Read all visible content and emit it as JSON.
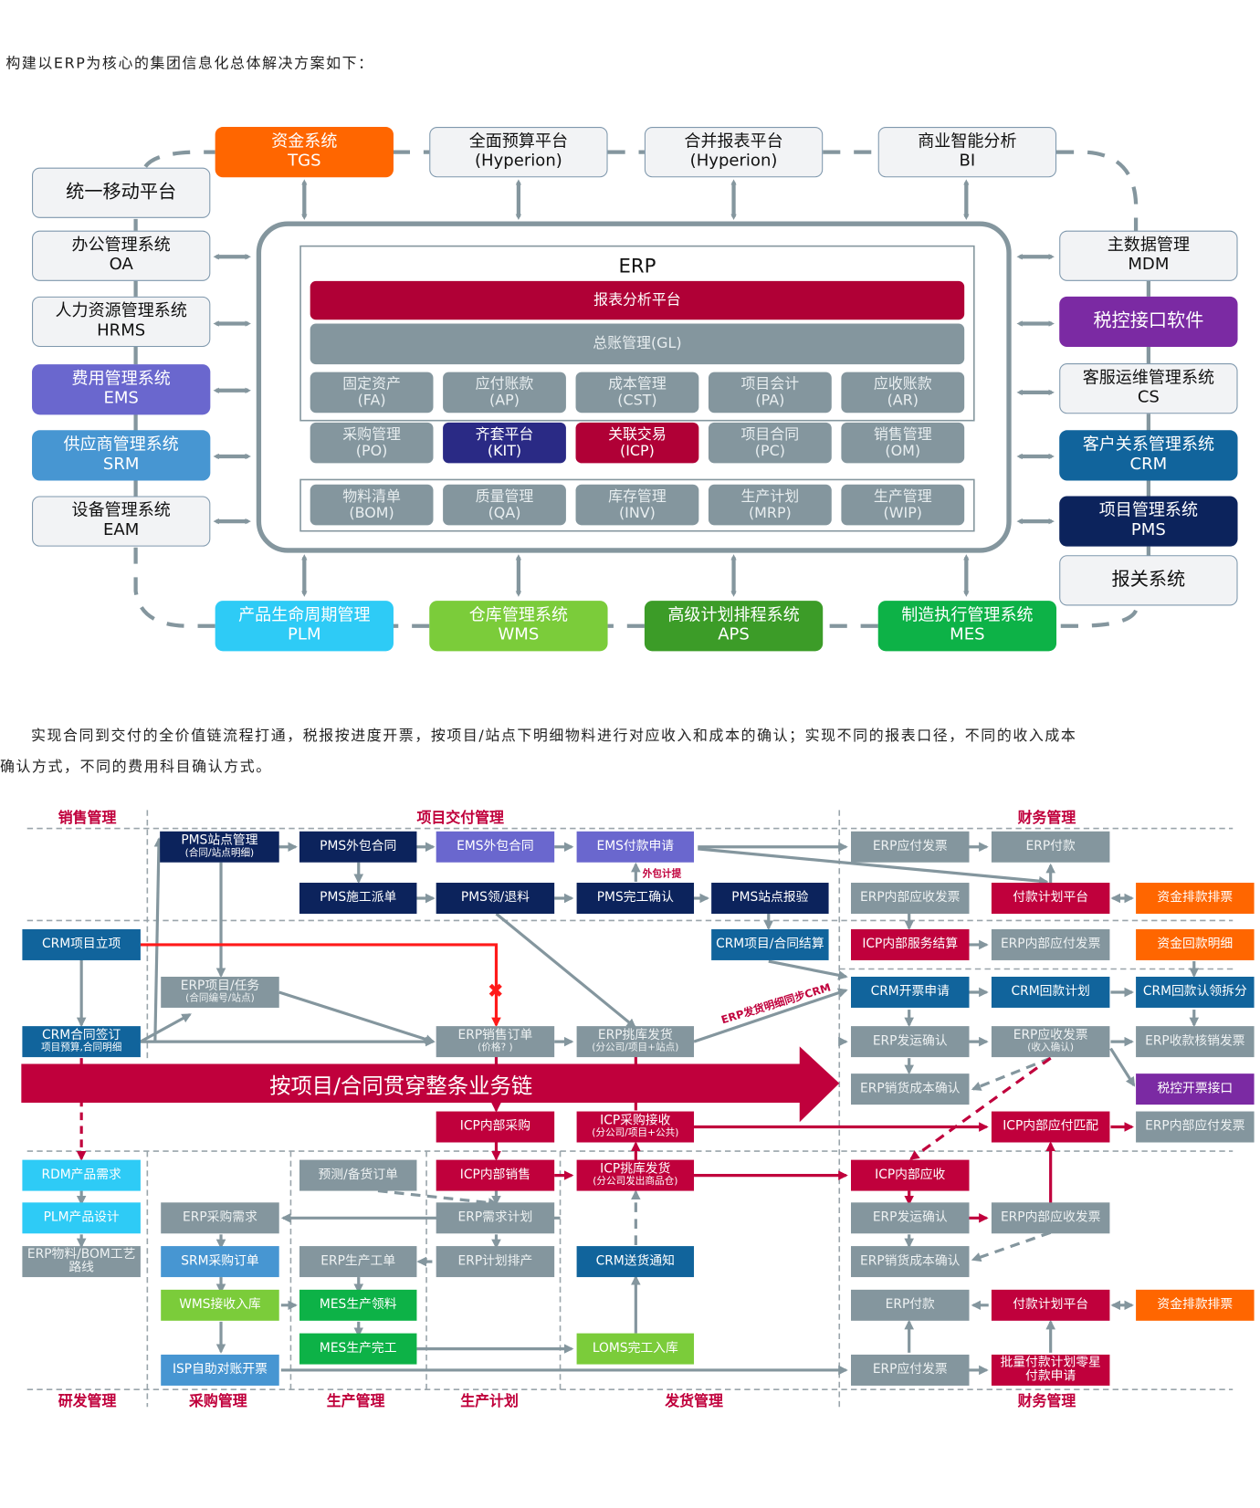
{
  "intro_text": "构建以ERP为核心的集团信息化总体解决方案如下：",
  "architecture": {
    "core": {
      "title": "ERP",
      "report_platform": "报表分析平台",
      "general_ledger": "总账管理(GL)",
      "finance_modules": [
        {
          "name": "固定资产",
          "code": "(FA)"
        },
        {
          "name": "应付账款",
          "code": "(AP)"
        },
        {
          "name": "成本管理",
          "code": "(CST)"
        },
        {
          "name": "项目会计",
          "code": "(PA)"
        },
        {
          "name": "应收账款",
          "code": "(AR)"
        },
        {
          "name": "采购管理",
          "code": "(PO)"
        },
        {
          "name": "齐套平台",
          "code": "(KIT)"
        },
        {
          "name": "关联交易",
          "code": "(ICP)"
        },
        {
          "name": "项目合同",
          "code": "(PC)"
        },
        {
          "name": "销售管理",
          "code": "(OM)"
        }
      ],
      "manufacturing_modules": [
        {
          "name": "物料清单",
          "code": "(BOM)"
        },
        {
          "name": "质量管理",
          "code": "(QA)"
        },
        {
          "name": "库存管理",
          "code": "(INV)"
        },
        {
          "name": "生产计划",
          "code": "(MRP)"
        },
        {
          "name": "生产管理",
          "code": "(WIP)"
        }
      ]
    },
    "top_systems": [
      {
        "name": "资金系统",
        "code": "TGS",
        "color": "#ff6600"
      },
      {
        "name": "全面预算平台",
        "code": "(Hyperion)",
        "color": "#f2f3f5"
      },
      {
        "name": "合并报表平台",
        "code": "(Hyperion)",
        "color": "#f2f3f5"
      },
      {
        "name": "商业智能分析",
        "code": "BI",
        "color": "#f2f3f5"
      }
    ],
    "left_systems": [
      {
        "name": "统一移动平台",
        "code": ""
      },
      {
        "name": "办公管理系统",
        "code": "OA"
      },
      {
        "name": "人力资源管理系统",
        "code": "HRMS"
      },
      {
        "name": "费用管理系统",
        "code": "EMS",
        "color": "#6a67ce"
      },
      {
        "name": "供应商管理系统",
        "code": "SRM",
        "color": "#4796d2"
      },
      {
        "name": "设备管理系统",
        "code": "EAM"
      }
    ],
    "right_systems": [
      {
        "name": "主数据管理",
        "code": "MDM"
      },
      {
        "name": "税控接口软件",
        "code": "",
        "color": "#7b2aa3"
      },
      {
        "name": "客服运维管理系统",
        "code": "CS"
      },
      {
        "name": "客户关系管理系统",
        "code": "CRM",
        "color": "#11649c"
      },
      {
        "name": "项目管理系统",
        "code": "PMS",
        "color": "#0c235c"
      },
      {
        "name": "报关系统",
        "code": ""
      }
    ],
    "bottom_systems": [
      {
        "name": "产品生命周期管理",
        "code": "PLM",
        "color": "#2ecbf6"
      },
      {
        "name": "仓库管理系统",
        "code": "WMS",
        "color": "#7bcc3a"
      },
      {
        "name": "高级计划排程系统",
        "code": "APS",
        "color": "#3c9c28"
      },
      {
        "name": "制造执行管理系统",
        "code": "MES",
        "color": "#0db247"
      }
    ]
  },
  "flow_intro_text_line1": "实现合同到交付的全价值链流程打通，税报按进度开票，按项目/站点下明细物料进行对应收入和成本的确认；实现不同的报表口径，不同的收入成本",
  "flow_intro_text_line2": "确认方式，不同的费用科目确认方式。",
  "flow": {
    "section_labels_top": [
      "销售管理",
      "项目交付管理",
      "财务管理"
    ],
    "section_labels_bottom": [
      "研发管理",
      "采购管理",
      "生产管理",
      "生产计划",
      "发货管理",
      "财务管理"
    ],
    "banner": "按项目/合同贯穿整条业务链",
    "annotations": {
      "outsourcing_accrual": "外包计提",
      "shipping_sync": "ERP发货明细同步CRM"
    },
    "nodes": {
      "pms_site": {
        "title": "PMS站点管理",
        "sub": "(合同/站点明细)"
      },
      "pms_outsource": {
        "title": "PMS外包合同"
      },
      "ems_outsource": {
        "title": "EMS外包合同"
      },
      "ems_payreq": {
        "title": "EMS付款申请"
      },
      "pms_dispatch": {
        "title": "PMS施工派单"
      },
      "pms_material": {
        "title": "PMS领/退料"
      },
      "pms_complete": {
        "title": "PMS完工确认"
      },
      "pms_inspect": {
        "title": "PMS站点报验"
      },
      "crm_settle": {
        "title": "CRM项目/合同结算"
      },
      "crm_project": {
        "title": "CRM项目立项"
      },
      "erp_task": {
        "title": "ERP项目/任务",
        "sub": "(合同编号/站点)"
      },
      "crm_contract": {
        "title": "CRM合同签订",
        "sub": "项目预算,合同明细"
      },
      "erp_so": {
        "title": "ERP销售订单",
        "sub": "(价格? )"
      },
      "erp_pickship": {
        "title": "ERP挑库发货",
        "sub": "(分公司/项目+站点)"
      },
      "icp_purchase": {
        "title": "ICP内部采购"
      },
      "icp_receive": {
        "title": "ICP采购接收",
        "sub": "(分公司/项目+公共)"
      },
      "icp_sales": {
        "title": "ICP内部销售"
      },
      "icp_pickship": {
        "title": "ICP挑库发货",
        "sub": "(分公司发出商品仓)"
      },
      "forecast_order": {
        "title": "预测/备货订单"
      },
      "erp_demand": {
        "title": "ERP需求计划"
      },
      "erp_schedule": {
        "title": "ERP计划排产"
      },
      "crm_delivery": {
        "title": "CRM送货通知"
      },
      "loms_complete": {
        "title": "LOMS完工入库"
      },
      "rdm_req": {
        "title": "RDM产品需求"
      },
      "plm_design": {
        "title": "PLM产品设计"
      },
      "erp_bom": {
        "title": "ERP物料/BOM工艺路线"
      },
      "erp_pr": {
        "title": "ERP采购需求"
      },
      "srm_po": {
        "title": "SRM采购订单"
      },
      "wms_receive": {
        "title": "WMS接收入库"
      },
      "isp_invoice": {
        "title": "ISP自助对账开票"
      },
      "erp_wo": {
        "title": "ERP生产工单"
      },
      "mes_issue": {
        "title": "MES生产领料"
      },
      "mes_complete": {
        "title": "MES生产完工"
      },
      "erp_ap_inv": {
        "title": "ERP应付发票"
      },
      "erp_pay": {
        "title": "ERP付款"
      },
      "erp_ic_ar_inv": {
        "title": "ERP内部应收发票"
      },
      "pay_plan": {
        "title": "付款计划平台"
      },
      "fund_sched": {
        "title": "资金排款排票"
      },
      "icp_service": {
        "title": "ICP内部服务结算"
      },
      "erp_ic_ap_inv": {
        "title": "ERP内部应付发票"
      },
      "fund_return": {
        "title": "资金回款明细"
      },
      "crm_invreq": {
        "title": "CRM开票申请"
      },
      "crm_collect_plan": {
        "title": "CRM回款计划"
      },
      "crm_claim": {
        "title": "CRM回款认领拆分"
      },
      "erp_ship_confirm": {
        "title": "ERP发运确认"
      },
      "erp_ar_inv": {
        "title": "ERP应收发票",
        "sub": "(收入确认)"
      },
      "erp_receipt": {
        "title": "ERP收款核销发票"
      },
      "erp_cogs": {
        "title": "ERP销货成本确认"
      },
      "tax_if": {
        "title": "税控开票接口"
      },
      "icp_ap_match": {
        "title": "ICP内部应付匹配"
      },
      "erp_ic_ap_inv2": {
        "title": "ERP内部应付发票"
      },
      "icp_ar": {
        "title": "ICP内部应收"
      },
      "erp_ship_confirm2": {
        "title": "ERP发运确认"
      },
      "erp_ic_ar_inv2": {
        "title": "ERP内部应收发票"
      },
      "erp_cogs2": {
        "title": "ERP销货成本确认"
      },
      "erp_pay2": {
        "title": "ERP付款"
      },
      "pay_plan2": {
        "title": "付款计划平台"
      },
      "fund_sched2": {
        "title": "资金排款排票"
      },
      "erp_ap_inv2": {
        "title": "ERP应付发票"
      },
      "batch_pay": {
        "title": "批量付款计划零星付款申请"
      }
    },
    "colors": {
      "gray": "#84969e",
      "navy": "#0c235c",
      "blue": "#11649c",
      "crimson": "#c0003c",
      "violet": "#6a67ce",
      "purple": "#7b2aa3",
      "orange": "#ff6600",
      "cyan": "#2ecbf6",
      "lightblue": "#4796d2",
      "lime": "#7bcc3a",
      "green": "#0db247"
    }
  }
}
